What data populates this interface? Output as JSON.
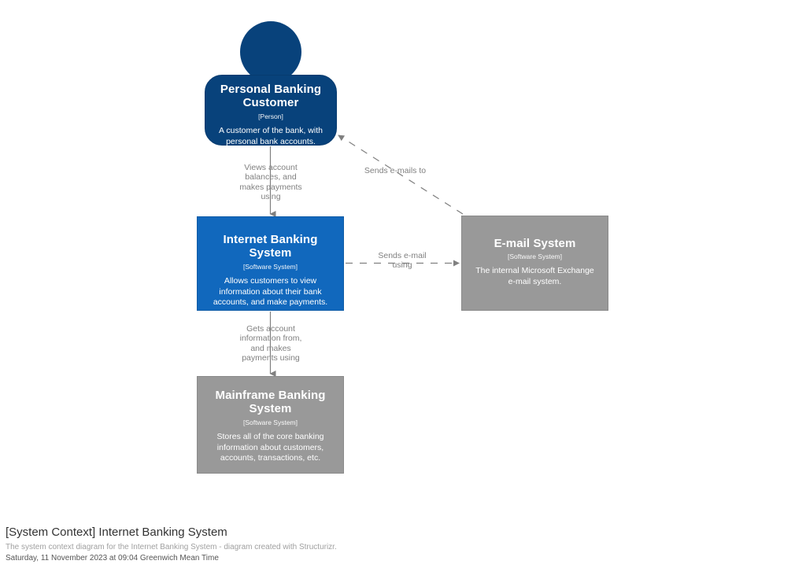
{
  "diagram": {
    "kind": "c4-system-context",
    "colors": {
      "person": "#08427b",
      "internal_system": "#1168bd",
      "external_system": "#999999",
      "relationship": "#808080",
      "text_on_node": "#ffffff",
      "background": "#ffffff"
    },
    "nodes": [
      {
        "id": "personal-banking-customer",
        "name": "Personal Banking Customer",
        "type": "[Person]",
        "description": "A customer of the bank, with personal bank accounts.",
        "shape": "person",
        "style": "person"
      },
      {
        "id": "internet-banking-system",
        "name": "Internet Banking System",
        "type": "[Software System]",
        "description": "Allows customers to view information about their bank accounts, and make payments.",
        "shape": "box",
        "style": "internal-software-system"
      },
      {
        "id": "email-system",
        "name": "E-mail System",
        "type": "[Software System]",
        "description": "The internal Microsoft Exchange e-mail system.",
        "shape": "box",
        "style": "external-software-system"
      },
      {
        "id": "mainframe-banking-system",
        "name": "Mainframe Banking System",
        "type": "[Software System]",
        "description": "Stores all of the core banking information about customers, accounts, transactions, etc.",
        "shape": "box",
        "style": "external-software-system"
      }
    ],
    "relationships": [
      {
        "id": "customer-to-internet-banking",
        "source": "personal-banking-customer",
        "target": "internet-banking-system",
        "label": "Views account\nbalances, and\nmakes payments\nusing",
        "line": "solid"
      },
      {
        "id": "internet-banking-to-mainframe",
        "source": "internet-banking-system",
        "target": "mainframe-banking-system",
        "label": "Gets account\ninformation from,\nand makes\npayments using",
        "line": "solid"
      },
      {
        "id": "internet-banking-to-email",
        "source": "internet-banking-system",
        "target": "email-system",
        "label": "Sends e-mail\nusing",
        "line": "dashed"
      },
      {
        "id": "email-to-customer",
        "source": "email-system",
        "target": "personal-banking-customer",
        "label": "Sends e-mails to",
        "line": "dashed"
      }
    ]
  },
  "footer": {
    "title": "[System Context] Internet Banking System",
    "description": "The system context diagram for the Internet Banking System - diagram created with Structurizr.",
    "timestamp": "Saturday, 11 November 2023 at 09:04 Greenwich Mean Time"
  }
}
